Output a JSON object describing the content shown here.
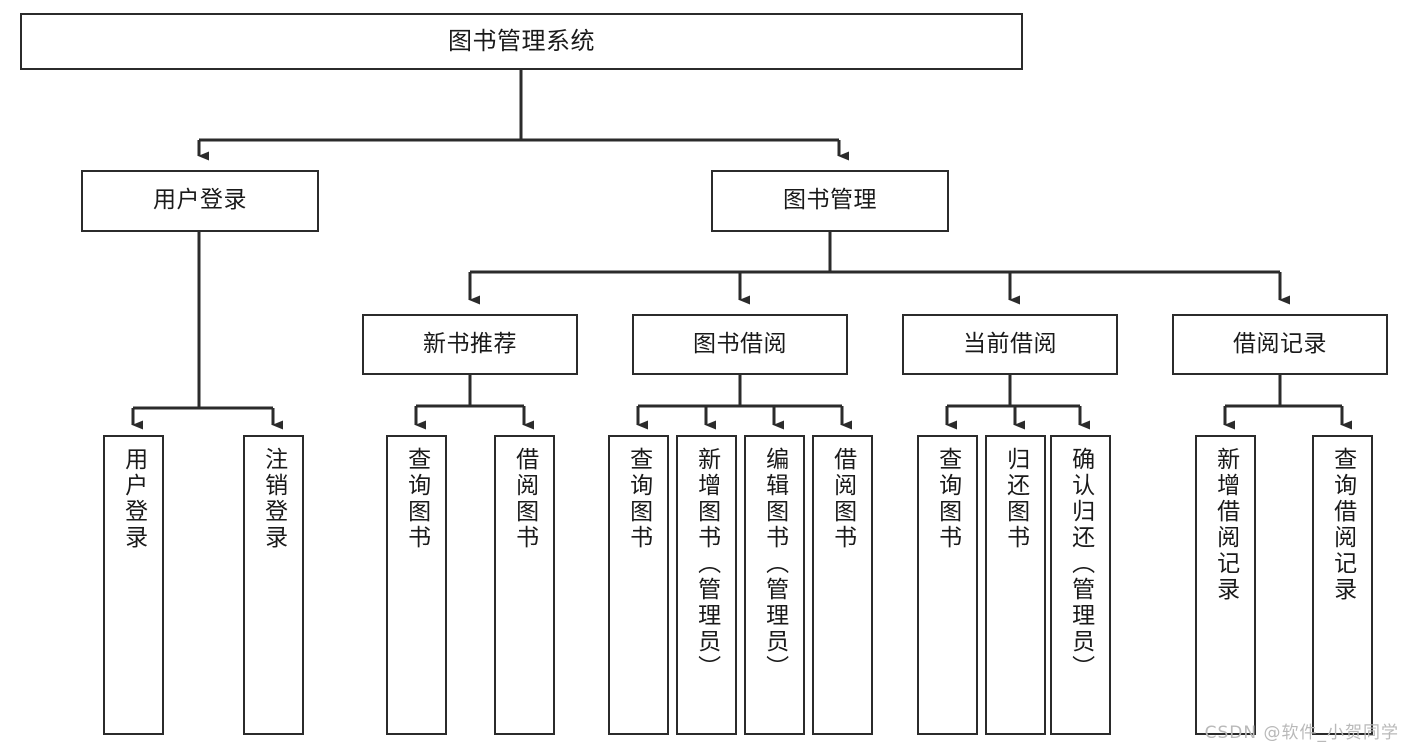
{
  "diagram": {
    "type": "tree",
    "title": "图书管理系统",
    "watermark": "CSDN @软件_小贺同学",
    "colors": {
      "box_border": "#2b2b2b",
      "box_fill": "#ffffff",
      "connector": "#2b2b2b",
      "text": "#1a1a1a",
      "watermark": "#b9b9b9",
      "background": "#ffffff"
    },
    "nodes": {
      "root": {
        "label": "图书管理系统"
      },
      "level2": [
        {
          "label": "用户登录"
        },
        {
          "label": "图书管理"
        }
      ],
      "level3": [
        {
          "label": "新书推荐"
        },
        {
          "label": "图书借阅"
        },
        {
          "label": "当前借阅"
        },
        {
          "label": "借阅记录"
        }
      ],
      "leaves": {
        "user_login": [
          {
            "label": "用户登录"
          },
          {
            "label": "注销登录"
          }
        ],
        "new_book_recommend": [
          {
            "label": "查询图书"
          },
          {
            "label": "借阅图书"
          }
        ],
        "book_borrow": [
          {
            "label": "查询图书"
          },
          {
            "label": "新增图书（管理员）"
          },
          {
            "label": "编辑图书（管理员）"
          },
          {
            "label": "借阅图书"
          }
        ],
        "current_borrow": [
          {
            "label": "查询图书"
          },
          {
            "label": "归还图书"
          },
          {
            "label": "确认归还（管理员）"
          }
        ],
        "borrow_record": [
          {
            "label": "新增借阅记录"
          },
          {
            "label": "查询借阅记录"
          }
        ]
      }
    }
  }
}
